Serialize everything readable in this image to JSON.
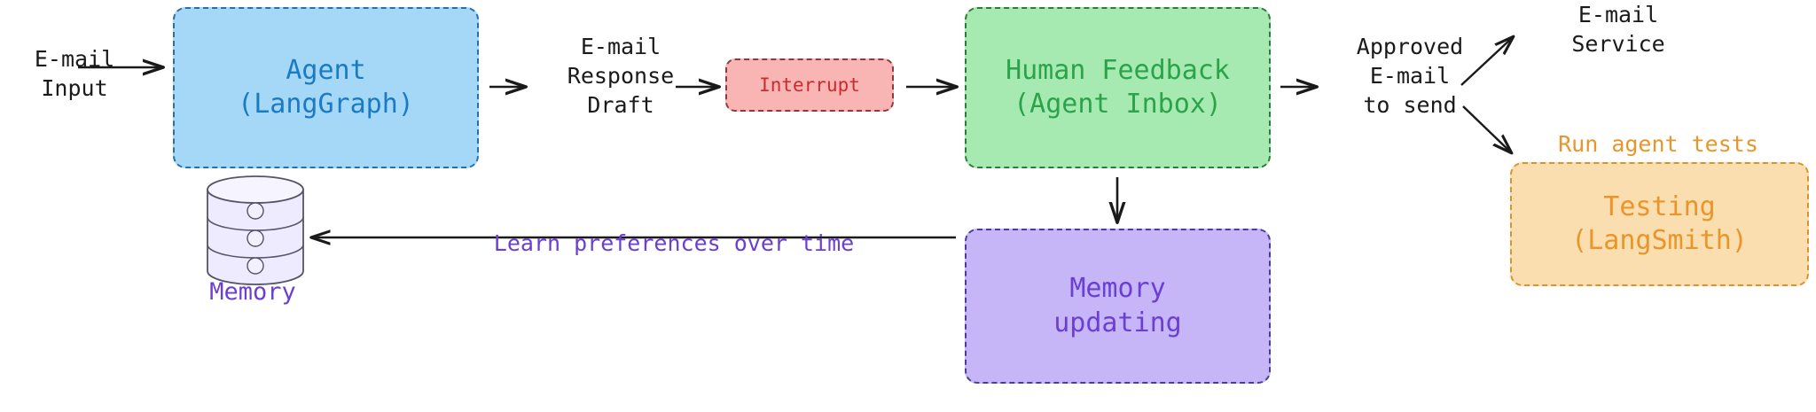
{
  "diagram": {
    "title": "Agent e-mail workflow with human feedback and memory",
    "background": "#ffffff",
    "nodes": {
      "agent": {
        "label": "Agent\n(LangGraph)",
        "fill": "#a5d8f7",
        "stroke": "#2b6fa8",
        "text_color": "#1b7ac4"
      },
      "interrupt": {
        "label": "Interrupt",
        "fill": "#f9b4b4",
        "stroke": "#8a3b3b",
        "text_color": "#cc2b2b"
      },
      "feedback": {
        "label": "Human Feedback\n(Agent Inbox)",
        "fill": "#a7eab1",
        "stroke": "#2f7a3d",
        "text_color": "#2aa34a"
      },
      "memory_updating": {
        "label": "Memory\nupdating",
        "fill": "#c7b6f7",
        "stroke": "#4b3b9e",
        "text_color": "#6b3fd4"
      },
      "testing": {
        "label": "Testing\n(LangSmith)",
        "fill": "#fadeb0",
        "stroke": "#e0912a",
        "text_color": "#e8962a"
      },
      "memory_store": {
        "label": "Memory",
        "fill": "#eeeaff",
        "stroke": "#555566",
        "text_color": "#6b3fd4"
      }
    },
    "labels": {
      "email_input": "E-mail\nInput",
      "response_draft": "E-mail\nResponse\nDraft",
      "approved_email": "Approved\nE-mail\nto send",
      "email_service": "E-mail\nService",
      "run_agent_tests": "Run agent tests",
      "learn_preferences": "Learn preferences over time"
    },
    "edges": [
      {
        "from": "email-input",
        "to": "agent",
        "label": ""
      },
      {
        "from": "agent",
        "to": "response-draft",
        "label": ""
      },
      {
        "from": "response-draft",
        "to": "interrupt",
        "label": ""
      },
      {
        "from": "interrupt",
        "to": "feedback",
        "label": ""
      },
      {
        "from": "feedback",
        "to": "approved-email",
        "label": ""
      },
      {
        "from": "approved-email",
        "to": "email-service",
        "label": ""
      },
      {
        "from": "approved-email",
        "to": "testing",
        "label": "Run agent tests"
      },
      {
        "from": "feedback",
        "to": "memory-updating",
        "label": ""
      },
      {
        "from": "memory-updating",
        "to": "memory-store",
        "label": "Learn preferences over time"
      },
      {
        "from": "memory-store",
        "to": "agent",
        "label": ""
      }
    ]
  }
}
